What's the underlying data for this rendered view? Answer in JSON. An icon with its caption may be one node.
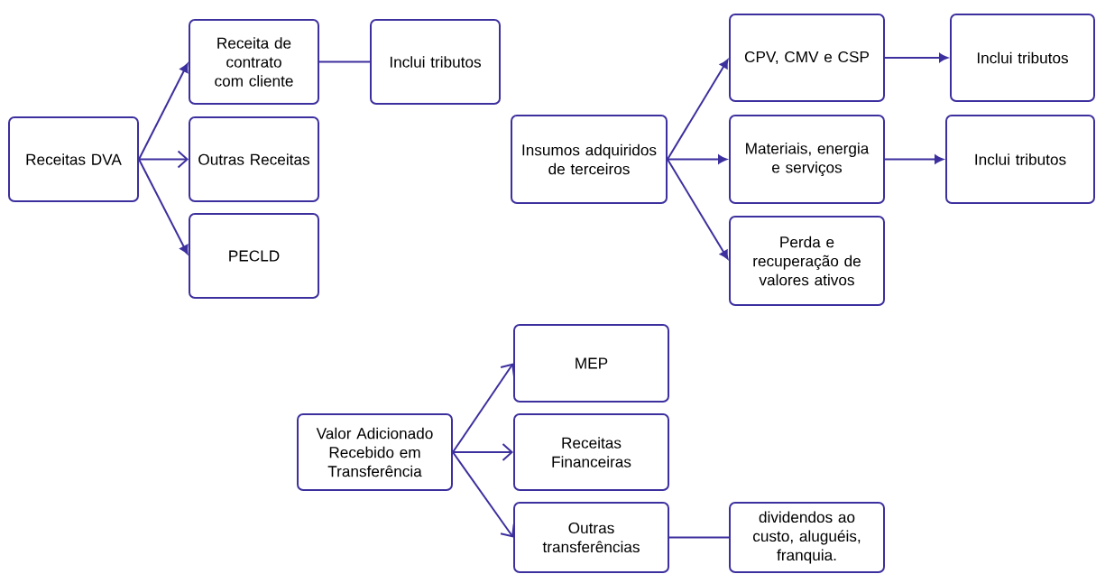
{
  "diagram": {
    "nodes": [
      {
        "text": [
          "Receitas DVA"
        ]
      },
      {
        "text": [
          "Receita de contrato com cliente"
        ]
      },
      {
        "text": [
          "Inclui tributos"
        ]
      },
      {
        "text": [
          "Outras Receitas"
        ]
      },
      {
        "text": [
          "PECLD"
        ]
      },
      {
        "text": [
          "Insumos adquiridos de terceiros"
        ]
      },
      {
        "text": [
          "CPV, CMV e CSP"
        ]
      },
      {
        "text": [
          "Inclui tributos"
        ]
      },
      {
        "text": [
          "Materiais, energia e serviços"
        ]
      },
      {
        "text": [
          "Inclui tributos"
        ]
      },
      {
        "text": [
          "Perda e recuperação de valores ativos"
        ]
      },
      {
        "text": [
          "Valor Adicionado Recebido em Transferência"
        ]
      },
      {
        "text": [
          "MEP"
        ]
      },
      {
        "text": [
          "Receitas Financeiras"
        ]
      },
      {
        "text": [
          "Outras transferências"
        ]
      },
      {
        "text": [
          "dividendos ao custo, aluguéis, franquia."
        ]
      }
    ],
    "edges": [
      {
        "from": 0,
        "to": 1,
        "arrow": "to"
      },
      {
        "from": 0,
        "to": 3,
        "arrow": "to"
      },
      {
        "from": 0,
        "to": 4,
        "arrow": "to"
      },
      {
        "from": 1,
        "to": 2,
        "arrow": "none"
      },
      {
        "from": 5,
        "to": 6,
        "arrow": "to"
      },
      {
        "from": 5,
        "to": 8,
        "arrow": "to"
      },
      {
        "from": 5,
        "to": 10,
        "arrow": "to"
      },
      {
        "from": 6,
        "to": 7,
        "arrow": "to"
      },
      {
        "from": 8,
        "to": 9,
        "arrow": "to"
      },
      {
        "from": 11,
        "to": 12,
        "arrow": "to"
      },
      {
        "from": 11,
        "to": 13,
        "arrow": "to"
      },
      {
        "from": 11,
        "to": 14,
        "arrow": "to"
      },
      {
        "from": 14,
        "to": 15,
        "arrow": "none"
      }
    ]
  }
}
